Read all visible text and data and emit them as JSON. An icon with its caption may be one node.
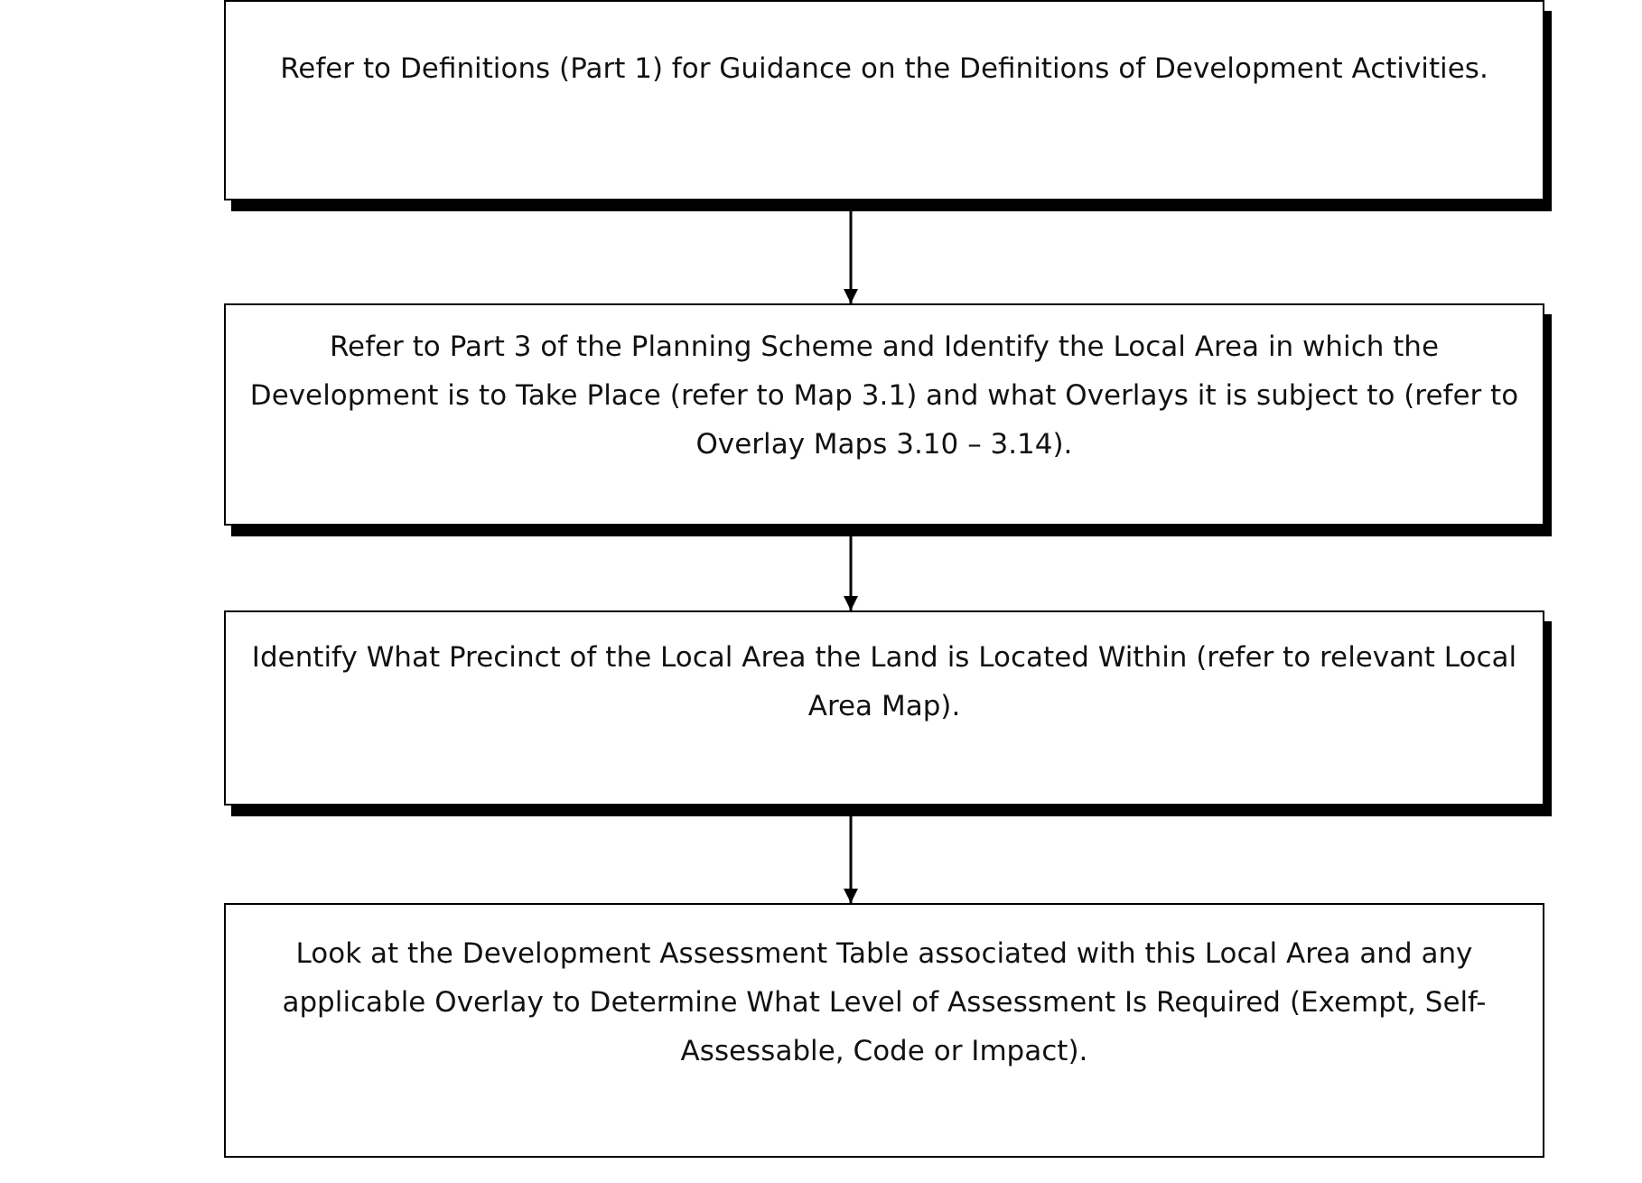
{
  "diagram": {
    "nodes": [
      {
        "text": [
          "Refer to Definitions (Part 1) for Guidance on the Definitions of Development Activities."
        ]
      },
      {
        "text": [
          "Refer to Part 3 of the Planning Scheme and Identify the Local Area in which the Development is to Take Place (refer to Map 3.1) and what Overlays it is subject to (refer to Overlay Maps 3.10 – 3.14)."
        ]
      },
      {
        "text": [
          "Identify What Precinct of the Local Area the Land is Located Within (refer to relevant Local Area Map)."
        ]
      },
      {
        "text": [
          "Look at the Development Assessment Table associated with this Local Area and any applicable Overlay to Determine What Level of Assessment Is Required (Exempt, Self-Assessable, Code or Impact)."
        ]
      }
    ],
    "edges": [
      {
        "from": 0,
        "to": 1,
        "arrow": "to"
      },
      {
        "from": 1,
        "to": 2,
        "arrow": "to"
      },
      {
        "from": 2,
        "to": 3,
        "arrow": "to"
      }
    ]
  }
}
